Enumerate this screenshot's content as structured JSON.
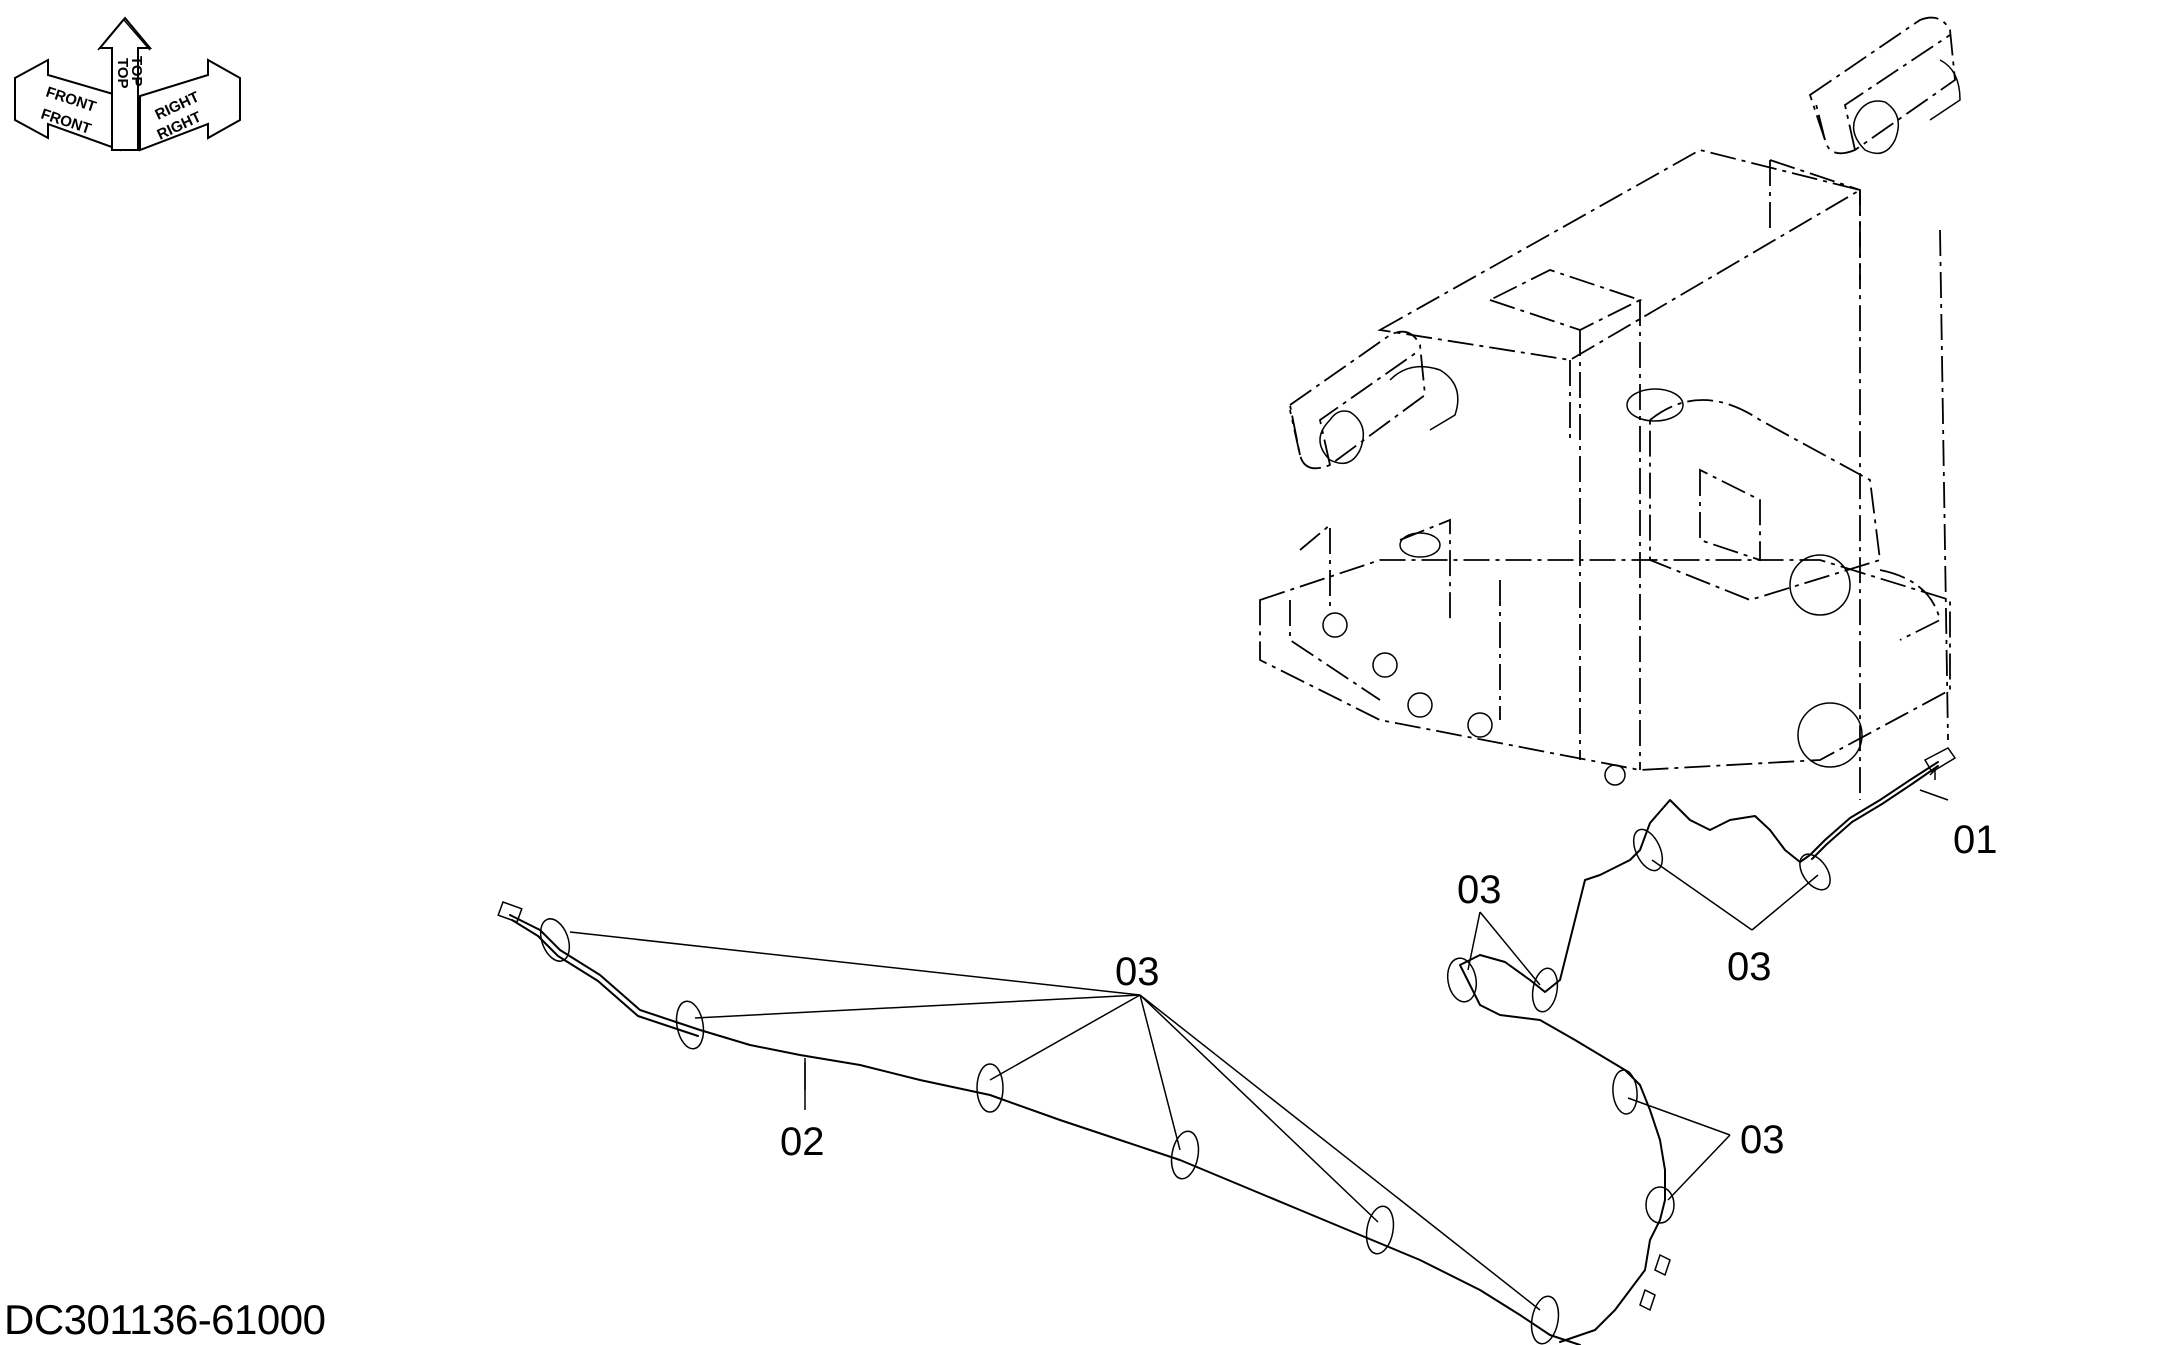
{
  "orientation": {
    "top": "TOP",
    "front": "FRONT",
    "front_mirror": "FRONT",
    "right": "RIGHT",
    "right_mirror": "RIGHT",
    "top_mirror": "TOP"
  },
  "callouts": {
    "c01": "01",
    "c02": "02",
    "c03_left": "03",
    "c03_upper": "03",
    "c03_mid_right": "03",
    "c03_lower_right": "03"
  },
  "drawing_code": "DC301136-61000"
}
